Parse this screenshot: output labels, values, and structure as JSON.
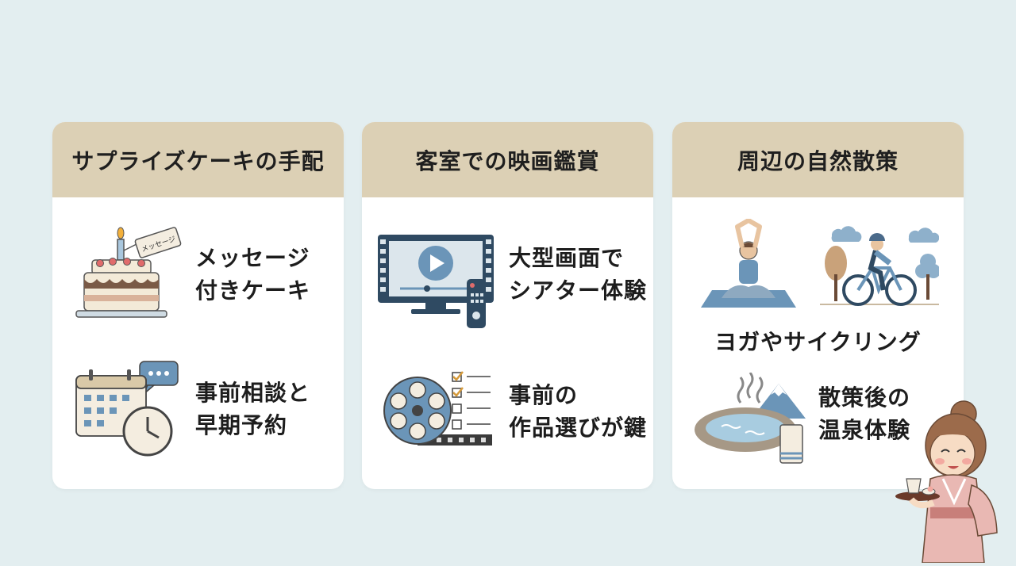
{
  "cards": [
    {
      "title": "サプライズケーキの手配",
      "items": [
        {
          "label": "メッセージ\n付きケーキ",
          "icon": "cake-icon",
          "tag_text": "メッセージ"
        },
        {
          "label": "事前相談と\n早期予約",
          "icon": "calendar-clock-icon"
        }
      ]
    },
    {
      "title": "客室での映画鑑賞",
      "items": [
        {
          "label": "大型画面で\nシアター体験",
          "icon": "tv-remote-icon"
        },
        {
          "label": "事前の\n作品選びが鍵",
          "icon": "film-reel-checklist-icon"
        }
      ]
    },
    {
      "title": "周辺の自然散策",
      "items": [
        {
          "label": "ヨガやサイクリング",
          "icon": "yoga-cycling-icon"
        },
        {
          "label": "散策後の\n温泉体験",
          "icon": "hot-spring-icon"
        }
      ]
    }
  ],
  "colors": {
    "background": "#e3eef0",
    "header": "#dcd0b5",
    "card": "#ffffff",
    "accent_blue": "#5f84a8"
  },
  "mascot": {
    "icon": "kimono-host-icon"
  }
}
